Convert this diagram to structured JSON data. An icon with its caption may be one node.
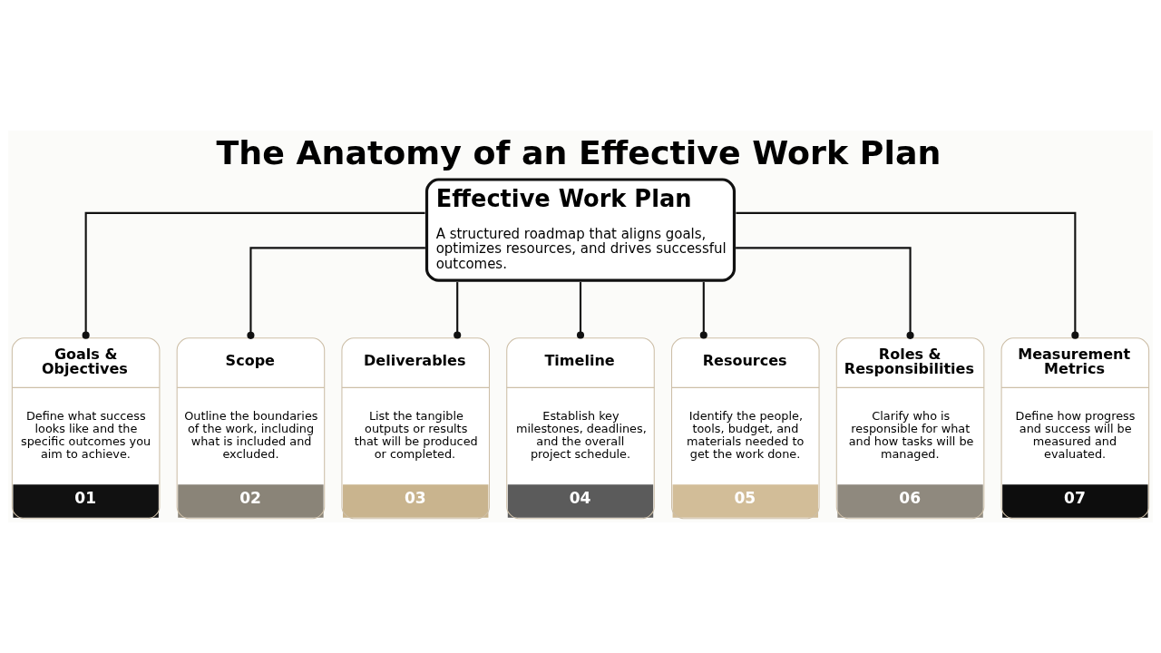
{
  "diagram": {
    "title": "The Anatomy of an Effective Work Plan",
    "nodes": [
      {
        "text": [
          "Effective Work Plan",
          "A structured roadmap that aligns goals, optimizes resources, and drives successful outcomes."
        ]
      },
      {
        "text": [
          "Goals & Objectives",
          "Define what success looks like and the specific outcomes you aim to achieve.",
          "01"
        ]
      },
      {
        "text": [
          "Scope",
          "Outline the boundaries of the work, including what is included and excluded.",
          "02"
        ]
      },
      {
        "text": [
          "Deliverables",
          "List the tangible outputs or results that will be produced or completed.",
          "03"
        ]
      },
      {
        "text": [
          "Timeline",
          "Establish key milestones, deadlines, and the overall project schedule.",
          "04"
        ]
      },
      {
        "text": [
          "Resources",
          "Identify the people, tools, budget, and materials needed to get the work done.",
          "05"
        ]
      },
      {
        "text": [
          "Roles & Responsibilities",
          "Clarify who is responsible for what and how tasks will be managed.",
          "06"
        ]
      },
      {
        "text": [
          "Measurement Metrics",
          "Define how progress and success will be measured and evaluated.",
          "07"
        ]
      }
    ],
    "edges": [
      {
        "from": 0,
        "to": 1,
        "arrow": "other"
      },
      {
        "from": 0,
        "to": 2,
        "arrow": "other"
      },
      {
        "from": 0,
        "to": 3,
        "arrow": "other"
      },
      {
        "from": 0,
        "to": 4,
        "arrow": "other"
      },
      {
        "from": 0,
        "to": 5,
        "arrow": "other"
      },
      {
        "from": 0,
        "to": 6,
        "arrow": "other"
      },
      {
        "from": 0,
        "to": 7,
        "arrow": "other"
      }
    ]
  }
}
